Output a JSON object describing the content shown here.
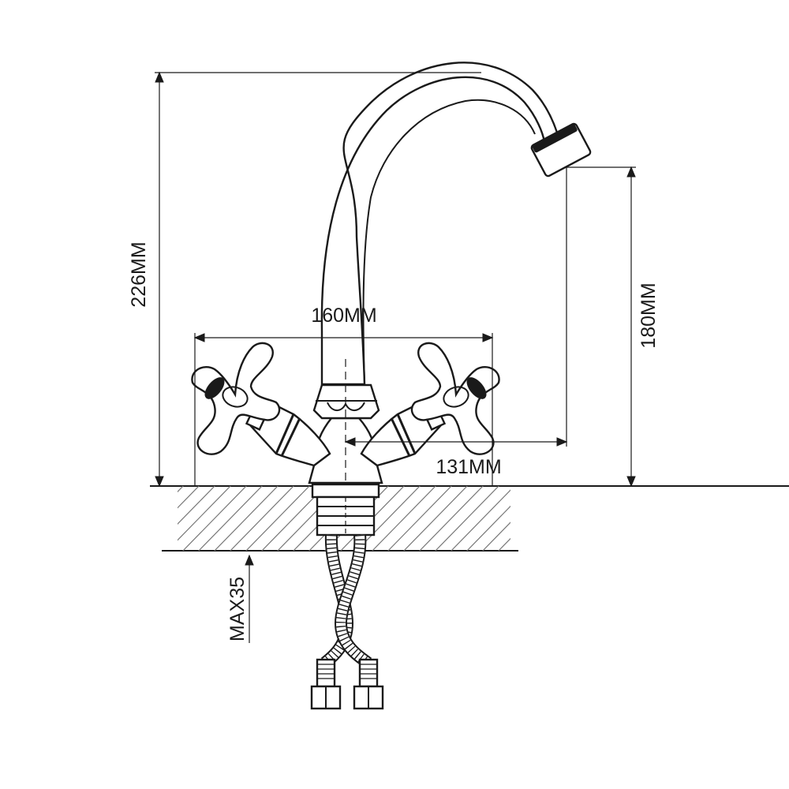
{
  "diagram": {
    "dimensions": {
      "total_height": "226MM",
      "spout_height": "180MM",
      "handle_spacing": "160MM",
      "spout_reach": "131MM",
      "max_thickness": "MAX35"
    },
    "colors": {
      "line": "#1a1a1a",
      "hatch": "#777777",
      "background": "#ffffff"
    }
  }
}
